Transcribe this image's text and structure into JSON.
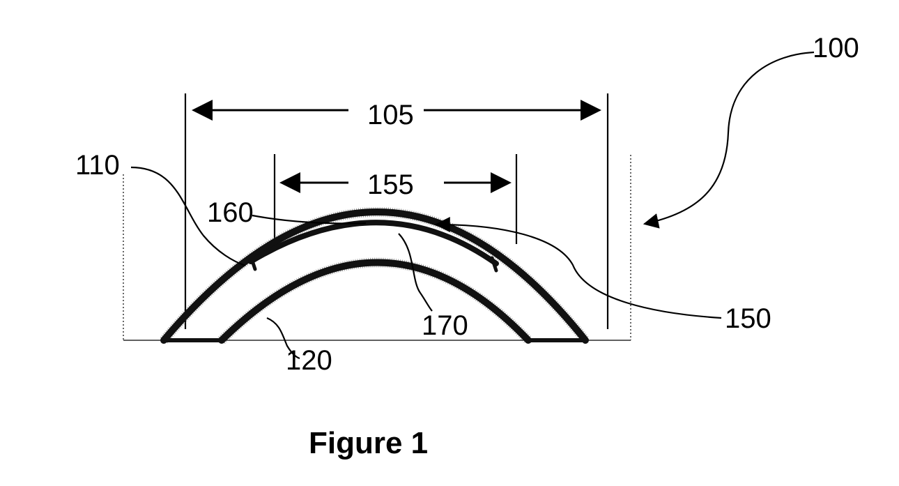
{
  "diagram": {
    "labels": {
      "l100": "100",
      "l105": "105",
      "l110": "110",
      "l155": "155",
      "l160": "160",
      "l170": "170",
      "l120": "120",
      "l150": "150"
    },
    "caption": "Figure 1"
  }
}
